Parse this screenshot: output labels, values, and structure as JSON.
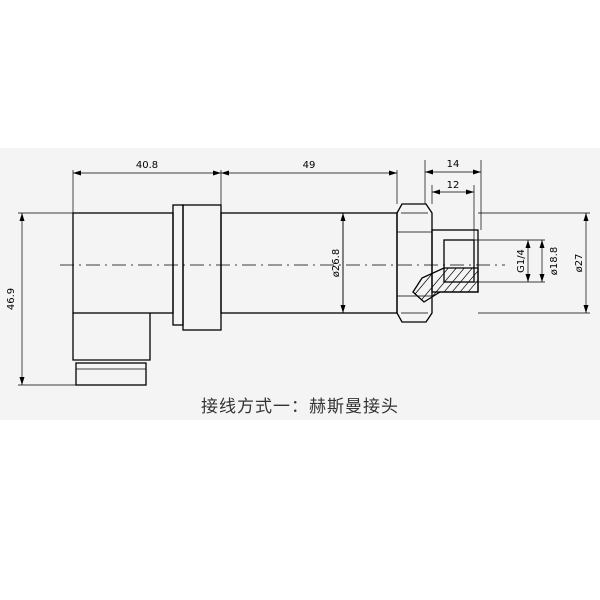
{
  "dimensions": {
    "body_length": "40.8",
    "stem_length": "49",
    "fitting_length": "14",
    "thread_length": "12",
    "total_height": "46.9",
    "stem_diameter": "ø26.8",
    "thread_spec": "G1/4",
    "bore_diameter": "ø18.8",
    "outer_diameter": "ø27"
  },
  "caption": "接线方式一：赫斯曼接头"
}
